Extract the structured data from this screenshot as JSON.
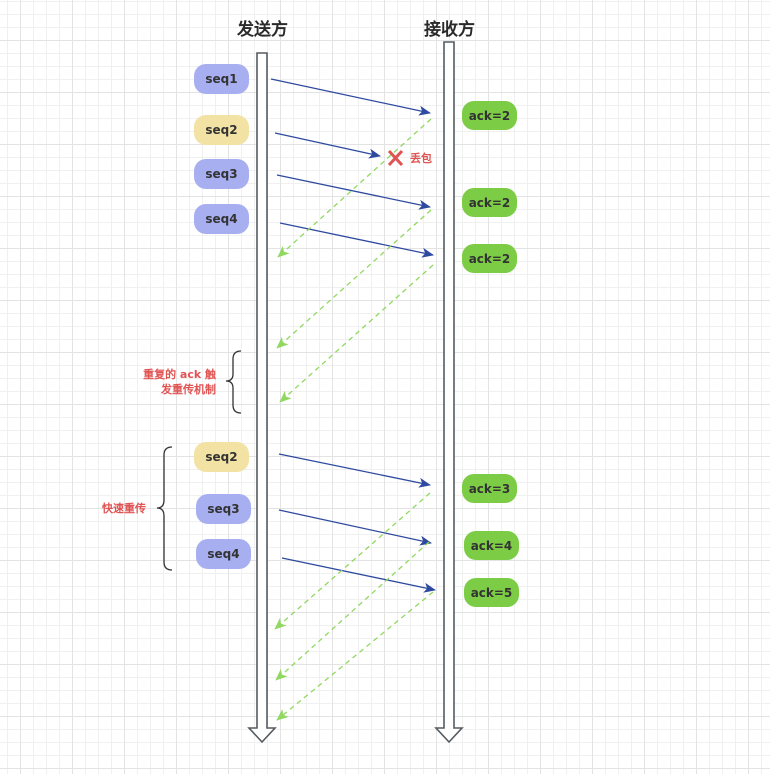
{
  "titles": {
    "sender": "发送方",
    "receiver": "接收方"
  },
  "colors": {
    "seq_normal": "#a7aff0",
    "seq_lost": "#f2e3a5",
    "ack": "#7ccd45",
    "data_arrow": "#2e4aa0",
    "ack_arrow": "#90d860",
    "note": "#e05353",
    "loss_mark": "#e05353"
  },
  "initial_round": {
    "segments": [
      {
        "label": "seq1",
        "status": "normal"
      },
      {
        "label": "seq2",
        "status": "lost"
      },
      {
        "label": "seq3",
        "status": "normal"
      },
      {
        "label": "seq4",
        "status": "normal"
      }
    ],
    "acks": [
      {
        "label": "ack=2"
      },
      {
        "label": "ack=2"
      },
      {
        "label": "ack=2"
      }
    ],
    "loss_label": "丢包"
  },
  "duplicate_ack_note": {
    "line1": "重复的 ack 触",
    "line2": "发重传机制"
  },
  "retransmit_round": {
    "note": "快速重传",
    "segments": [
      {
        "label": "seq2",
        "status": "retransmit"
      },
      {
        "label": "seq3",
        "status": "normal"
      },
      {
        "label": "seq4",
        "status": "normal"
      }
    ],
    "acks": [
      {
        "label": "ack=3"
      },
      {
        "label": "ack=4"
      },
      {
        "label": "ack=5"
      }
    ]
  }
}
